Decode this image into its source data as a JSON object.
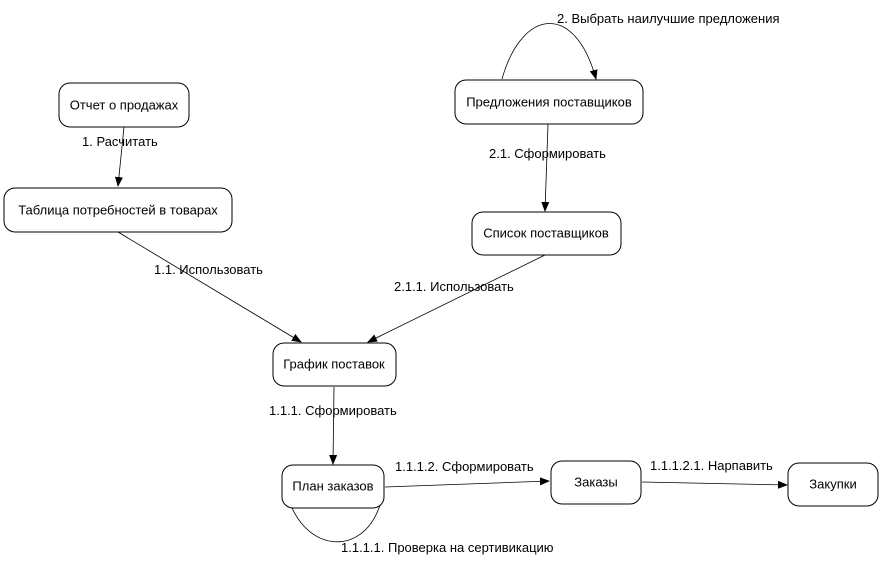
{
  "nodes": {
    "sales_report": "Отчет о продажах",
    "needs_table": "Таблица потребностей в товарах",
    "supplier_offers": "Предложения поставщиков",
    "supplier_list": "Список поставщиков",
    "delivery_schedule": "График поставок",
    "order_plan": "План заказов",
    "orders": "Заказы",
    "purchases": "Закупки"
  },
  "edges": {
    "calc": "1. Расчитать",
    "choose_best": "2. Выбрать наилучшие предложения",
    "form_list": "2.1. Сформировать",
    "use_table": "1.1. Использовать",
    "use_list": "2.1.1. Использовать",
    "form_plan": "1.1.1. Сформировать",
    "form_orders": "1.1.1.2. Сформировать",
    "send": "1.1.1.2.1. Нарпавить",
    "certification_check": "1.1.1.1. Проверка на сертивикацию"
  }
}
